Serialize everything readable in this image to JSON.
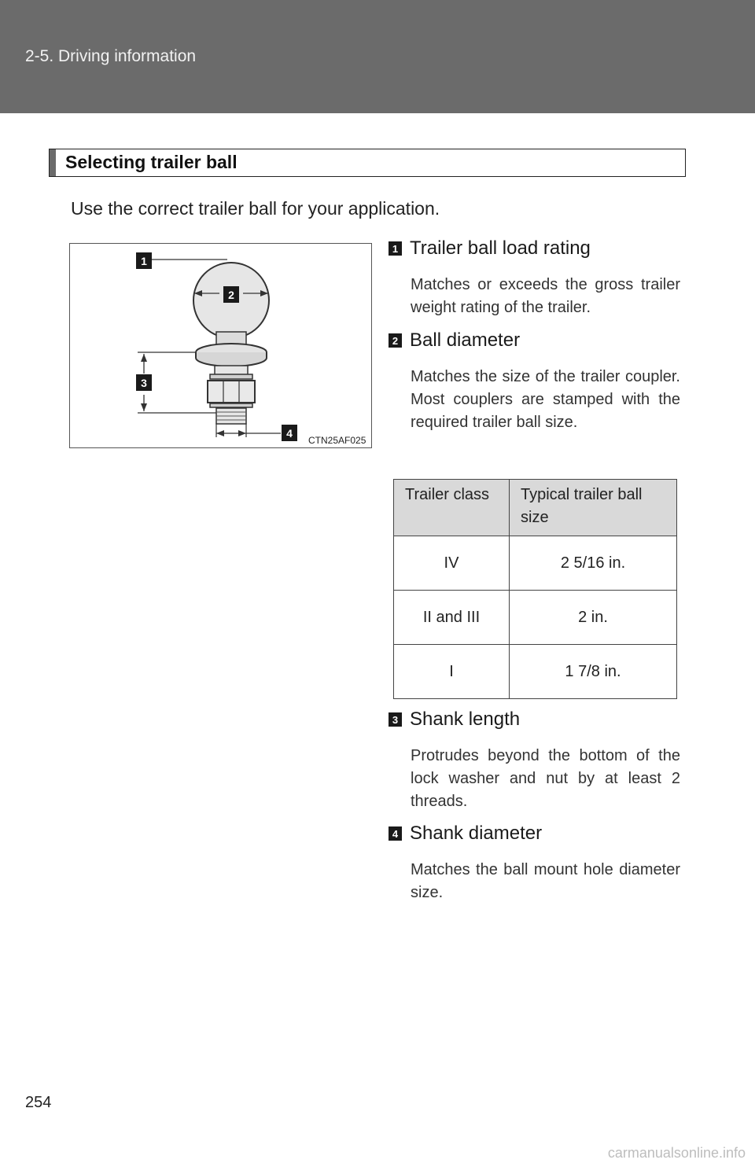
{
  "header": {
    "breadcrumb": "2-5. Driving information"
  },
  "section": {
    "title": "Selecting trailer ball"
  },
  "intro": "Use the correct trailer ball for your application.",
  "figure": {
    "code": "CTN25AF025",
    "callouts": [
      "1",
      "2",
      "3",
      "4"
    ]
  },
  "items": [
    {
      "num": "1",
      "title": "Trailer ball load rating",
      "body": "Matches or exceeds the gross trailer weight rating of the trailer."
    },
    {
      "num": "2",
      "title": "Ball diameter",
      "body": "Matches the size of the trailer coupler. Most couplers are stamped with the required trailer ball size."
    },
    {
      "num": "3",
      "title": "Shank length",
      "body": "Protrudes beyond the bottom of the lock washer and nut by at least 2 threads."
    },
    {
      "num": "4",
      "title": "Shank diameter",
      "body": "Matches the ball mount hole diameter size."
    }
  ],
  "table": {
    "headers": [
      "Trailer class",
      "Typical trailer ball size"
    ],
    "rows": [
      [
        "IV",
        "2 5/16 in."
      ],
      [
        "II and III",
        "2 in."
      ],
      [
        "I",
        "1 7/8 in."
      ]
    ]
  },
  "footer": {
    "page_number": "254",
    "watermark": "carmanualsonline.info"
  }
}
